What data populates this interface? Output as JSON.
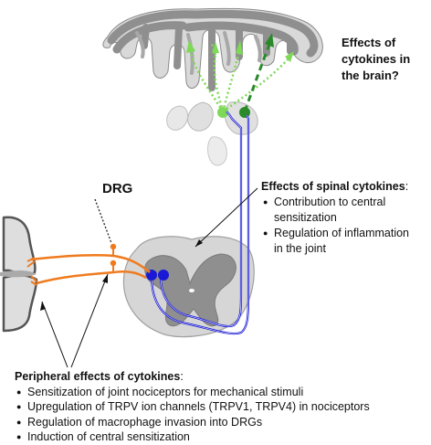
{
  "brain_question": {
    "line1": "Effects of",
    "line2": "cytokines in",
    "line3": "the brain?"
  },
  "drg_label": "DRG",
  "spinal_effects": {
    "title": "Effects of spinal cytokines",
    "title_suffix": ":",
    "items": [
      {
        "line1": "Contribution to central",
        "line2": "sensitization"
      },
      {
        "line1": "Regulation of inflammation",
        "line2": "in the joint"
      }
    ]
  },
  "peripheral_effects": {
    "title": "Peripheral effects of cytokines",
    "title_suffix": ":",
    "items": [
      "Sensitization of joint nociceptors for mechanical stimuli",
      "Upregulation of TRPV ion channels (TRPV1, TRPV4) in nociceptors",
      "Regulation of macrophage invasion into DRGs",
      "Induction of central sensitization"
    ]
  },
  "colors": {
    "primary_neuron": "#f07b1f",
    "spinal_neuron": "#1a1ad6",
    "brain_neuron_light": "#7ed957",
    "brain_neuron_dark": "#2a8a2a",
    "grey_matter": "#8f8f8f",
    "white_matter": "#d6d6d6"
  }
}
